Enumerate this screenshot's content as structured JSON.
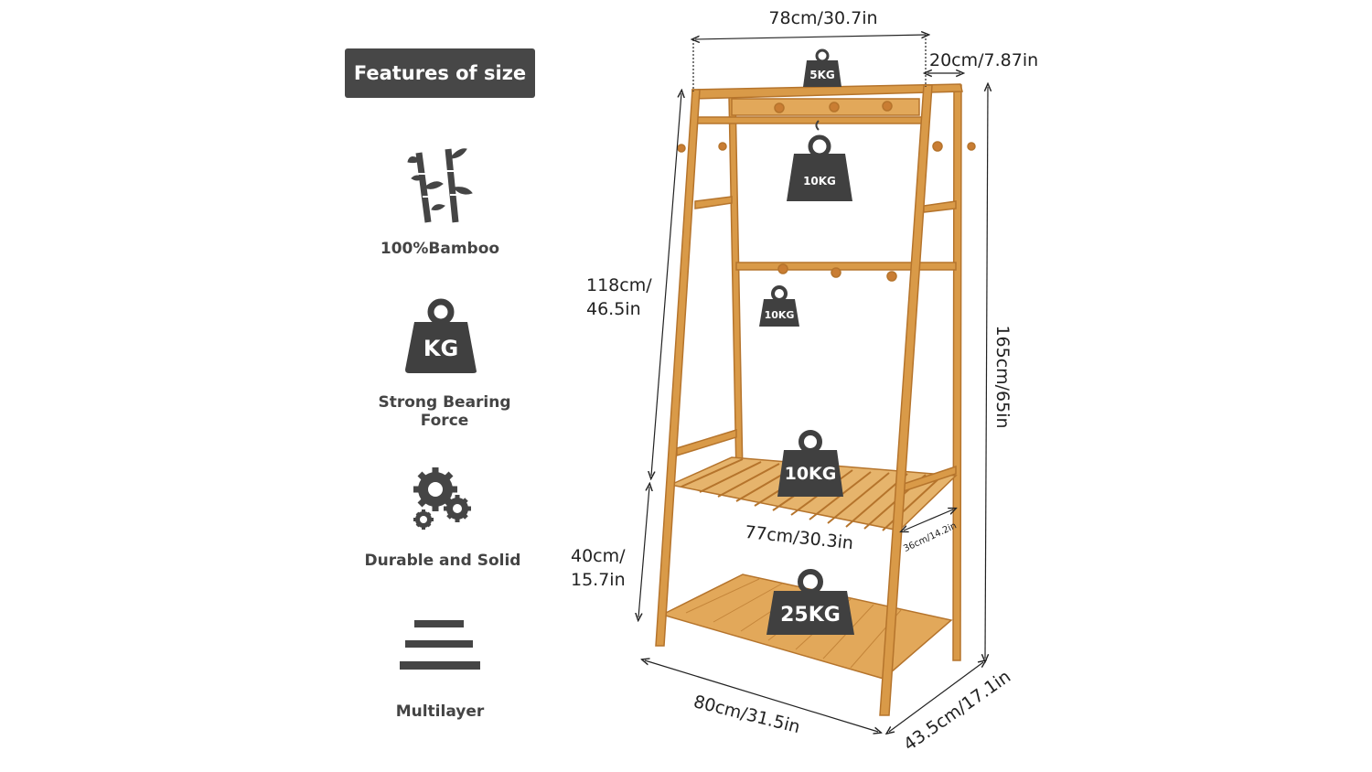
{
  "title": "Features of size",
  "features": [
    {
      "label": "100%Bamboo",
      "icon": "bamboo-icon"
    },
    {
      "label": "Strong Bearing Force",
      "icon": "weight-kg-icon",
      "icon_text": "KG"
    },
    {
      "label": "Durable and Solid",
      "icon": "gears-icon"
    },
    {
      "label": "Multilayer",
      "icon": "layers-icon"
    }
  ],
  "dimensions": {
    "top_width": "78cm/30.7in",
    "top_depth": "20cm/7.87in",
    "total_height": "165cm/65in",
    "upper_height_1": "118cm/",
    "upper_height_2": "46.5in",
    "lower_height_1": "40cm/",
    "lower_height_2": "15.7in",
    "shelf_width": "77cm/30.3in",
    "shelf_depth": "36cm/14.2in",
    "base_width": "80cm/31.5in",
    "base_depth": "43.5cm/17.1in"
  },
  "loads": {
    "top_shelf": "5KG",
    "hanging_rod": "10KG",
    "hooks": "10KG",
    "middle_shelf": "10KG",
    "bottom_shelf": "25KG"
  },
  "colors": {
    "bamboo": "#d99a48",
    "bamboo_edge": "#b5742c",
    "dark": "#404040"
  }
}
